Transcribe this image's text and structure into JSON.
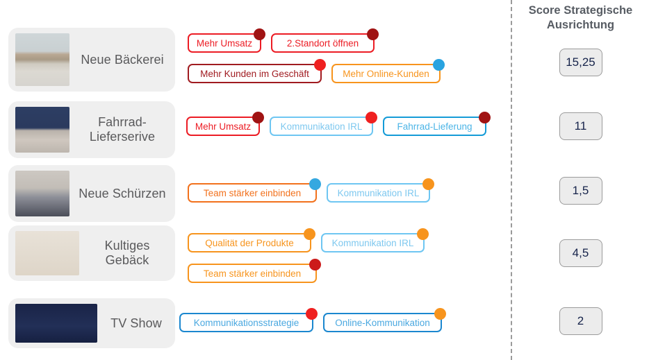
{
  "divider": {
    "style": "vertical-dashed-line"
  },
  "score_column": {
    "title": "Score Strategische\nAusrichtung",
    "scores": [
      "15,25",
      "11",
      "1,5",
      "4,5",
      "2"
    ]
  },
  "rows": [
    {
      "label": "Neue Bäckerei",
      "thumb": "coastal-village-photo",
      "score": "15,25",
      "tag_lines": [
        [
          {
            "text": "Mehr Umsatz",
            "border": "#ec1c24",
            "text_color": "#ec1c24",
            "dot": "#a01313"
          },
          {
            "text": "2.Standort öffnen",
            "border": "#ec1c24",
            "text_color": "#ec1c24",
            "dot": "#a01313"
          }
        ],
        [
          {
            "text": "Mehr Kunden im Geschäft",
            "border": "#a01b20",
            "text_color": "#a01b20",
            "dot": "#ef2020"
          },
          {
            "text": "Mehr Online-Kunden",
            "border": "#f7941d",
            "text_color": "#f7941d",
            "dot": "#29a3e0"
          }
        ]
      ]
    },
    {
      "label": "Fahrrad-\nLieferserive",
      "thumb": "bakery-door-cargo-bike-photo",
      "score": "11",
      "tag_lines": [
        [
          {
            "text": "Mehr Umsatz",
            "border": "#ec1c24",
            "text_color": "#ec1c24",
            "dot": "#a01313"
          },
          {
            "text": "Kommunikation IRL",
            "border": "#6ec6f2",
            "text_color": "#7ec8ef",
            "dot": "#ef2020"
          },
          {
            "text": "Fahrrad-Lieferung",
            "border": "#149bd7",
            "text_color": "#4bb4e6",
            "dot": "#a01313"
          }
        ]
      ]
    },
    {
      "label": "Neue Schürzen",
      "thumb": "bakery-staff-aprons-photo",
      "score": "1,5",
      "tag_lines": [
        [
          {
            "text": "Team stärker einbinden",
            "border": "#f2711c",
            "text_color": "#f2711c",
            "dot": "#35a8e0"
          },
          {
            "text": "Kommunikation IRL",
            "border": "#6ec6f2",
            "text_color": "#7ec8ef",
            "dot": "#f7941d"
          }
        ]
      ]
    },
    {
      "label": "Kultiges\nGebäck",
      "thumb": "number-30-pastry-cake-photo",
      "score": "4,5",
      "tag_lines": [
        [
          {
            "text": "Qualität der Produkte",
            "border": "#f7941d",
            "text_color": "#f7941d",
            "dot": "#f7941d"
          },
          {
            "text": "Kommunikation IRL",
            "border": "#6ec6f2",
            "text_color": "#7ec8ef",
            "dot": "#f7941d"
          }
        ],
        [
          {
            "text": "Team stärker einbinden",
            "border": "#f7941d",
            "text_color": "#f7941d",
            "dot": "#cc1a1a"
          }
        ]
      ]
    },
    {
      "label": "TV Show",
      "thumb": "tv-show-two-bakers-photo",
      "score": "2",
      "tag_lines": [
        [
          {
            "text": "Kommunikationsstrategie",
            "border": "#1b87cf",
            "text_color": "#4aa8e0",
            "dot": "#ef2020"
          },
          {
            "text": "Online-Kommunikation",
            "border": "#1b87cf",
            "text_color": "#4aa8e0",
            "dot": "#f7941d"
          }
        ]
      ]
    }
  ],
  "layout": {
    "row_tops": [
      40,
      146,
      238,
      325,
      430
    ],
    "card_heights": [
      92,
      82,
      82,
      80,
      72
    ],
    "card_widths": [
      240,
      240,
      240,
      240,
      240
    ],
    "tag_left": [
      270,
      268,
      270,
      270,
      258
    ],
    "tag_top": [
      42,
      162,
      258,
      330,
      445
    ],
    "score_tops": [
      70,
      162,
      255,
      345,
      443
    ]
  }
}
